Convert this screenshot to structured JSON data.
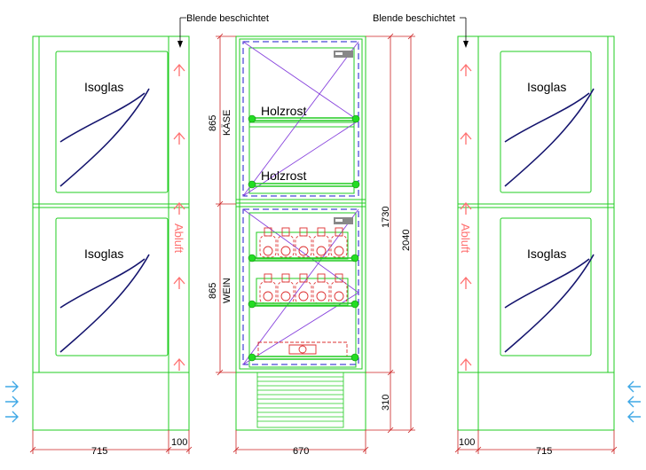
{
  "drawing": {
    "callouts": [
      "Blende beschichtet",
      "Blende beschichtet"
    ],
    "glass_label": "Isoglas",
    "airflow_label": "Abluft",
    "shelf_label": "Holzrost",
    "sections": {
      "upper": {
        "height": "865",
        "name": "KÄSE"
      },
      "lower": {
        "height": "865",
        "name": "WEIN"
      }
    },
    "dims": {
      "door_width": "715",
      "side_strip": "100",
      "center_width": "670",
      "inner_height": "1730",
      "total_height": "2040",
      "base_height": "310"
    },
    "colors": {
      "frame": "#22cc22",
      "dimension": "#cc2222",
      "curve": "#15156e",
      "dashed": "#1a1acc",
      "diagonal": "#8844dd",
      "airflow": "#ff7070",
      "inflow": "#3fa8e6",
      "bottle": "#dd3030"
    }
  }
}
